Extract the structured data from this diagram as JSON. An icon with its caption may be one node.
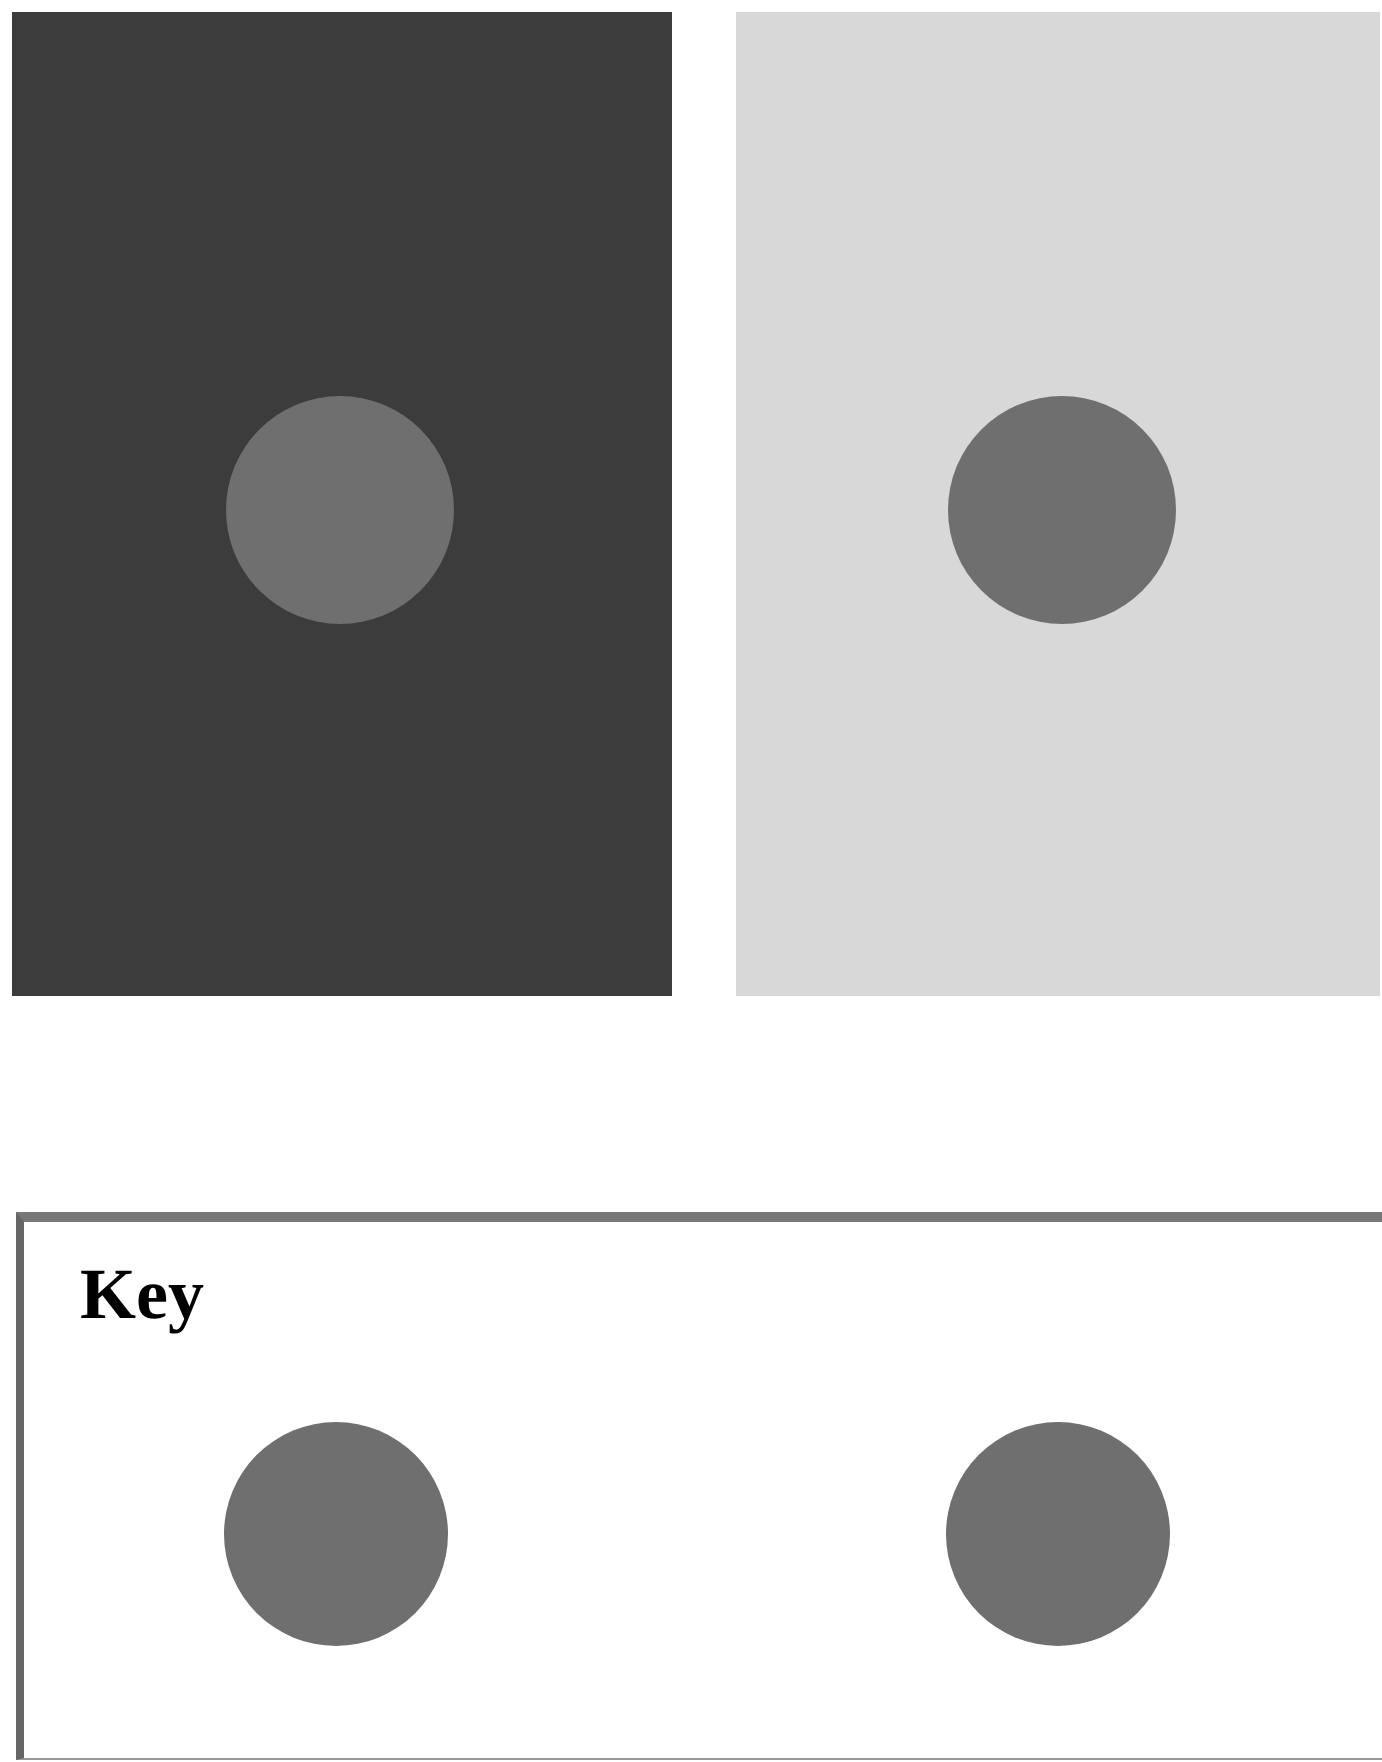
{
  "diagram": {
    "nodes": [
      {
        "text": [],
        "shape": "box"
      },
      {
        "text": [],
        "shape": "circle",
        "in": 0
      },
      {
        "text": [],
        "shape": "box"
      },
      {
        "text": [],
        "shape": "circle",
        "in": 2
      },
      {
        "text": [
          "Key"
        ]
      },
      {
        "text": [],
        "shape": "circle",
        "in": 4
      },
      {
        "text": [],
        "shape": "circle",
        "in": 4
      }
    ]
  }
}
